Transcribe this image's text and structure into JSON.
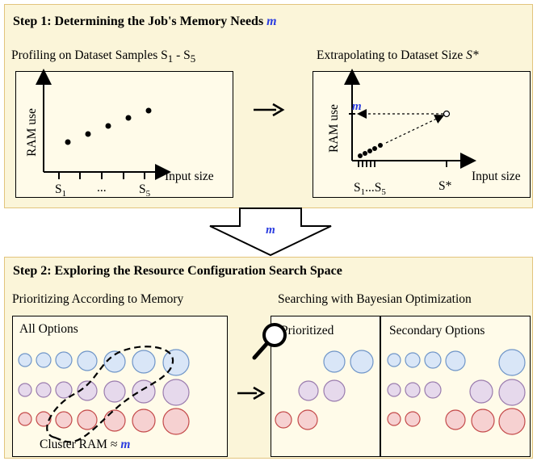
{
  "step1": {
    "title_prefix": "Step 1: Determining the Job's Memory Needs",
    "title_var": "m",
    "left": {
      "subtitle_prefix": "Profiling on Dataset Samples S",
      "subtitle_sub1": "1",
      "subtitle_mid": " - S",
      "subtitle_sub2": "5",
      "ylabel": "RAM use",
      "xlabel": "Input size",
      "tick_s1": "S",
      "tick_s1_sub": "1",
      "tick_dots": "...",
      "tick_s5": "S",
      "tick_s5_sub": "5"
    },
    "right": {
      "subtitle_prefix": "Extrapolating to Dataset Size",
      "subtitle_var": "S*",
      "ylabel": "RAM use",
      "xlabel": "Input size",
      "m_label": "m",
      "tick_s1": "S",
      "tick_s1_sub": "1",
      "tick_mid": "...S",
      "tick_s5_sub": "5",
      "tick_sstar": "S*"
    }
  },
  "arrow_label": "m",
  "step2": {
    "title": "Step 2: Exploring the Resource Configuration Search Space",
    "left": {
      "subtitle": "Prioritizing According to Memory",
      "box_label": "All Options",
      "cluster_prefix": "Cluster RAM ≈",
      "cluster_var": "m"
    },
    "right": {
      "subtitle": "Searching with Bayesian Optimization",
      "prioritized_label": "Prioritized",
      "secondary_label": "Secondary Options"
    }
  },
  "colors": {
    "panel_bg": "#fbf5d9",
    "panel_border": "#e2c47c",
    "box_bg": "#fffbe9",
    "accent_m": "#2b3de0",
    "blue_fill": "#d9e6f7",
    "blue_stroke": "#6f95c8",
    "purple_fill": "#e6d9ec",
    "purple_stroke": "#9a7cae",
    "red_fill": "#f6d1d1",
    "red_stroke": "#c44a4a"
  }
}
